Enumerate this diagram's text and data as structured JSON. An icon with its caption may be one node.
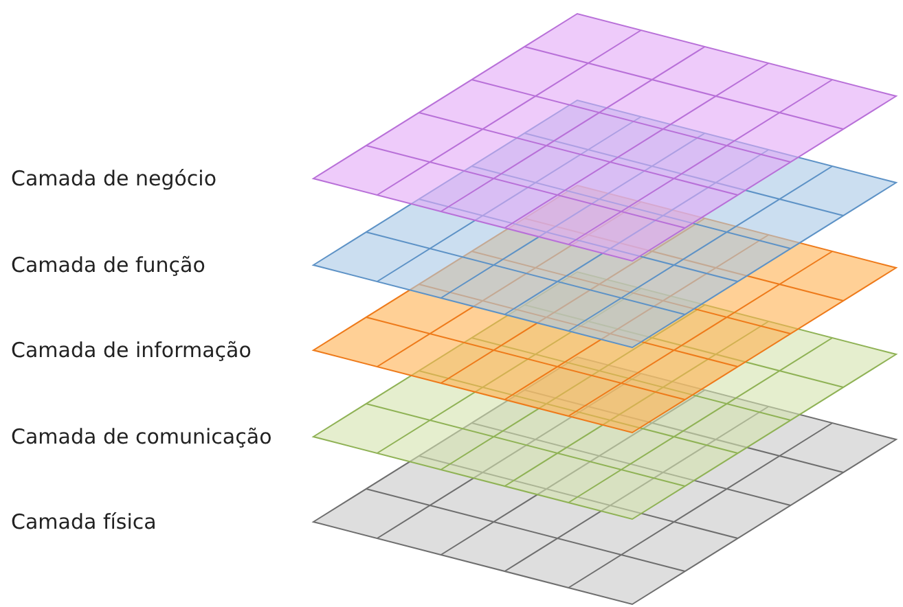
{
  "diagram": {
    "nodes": [
      {
        "text": [],
        "shape": "plane"
      },
      {
        "text": [],
        "shape": "plane"
      },
      {
        "text": [],
        "shape": "plane"
      },
      {
        "text": [],
        "shape": "plane"
      },
      {
        "text": [],
        "shape": "plane"
      }
    ],
    "labels": [
      "Camada de negócio",
      "Camada de função",
      "Camada de informação",
      "Camada de comunicação",
      "Camada física"
    ]
  }
}
